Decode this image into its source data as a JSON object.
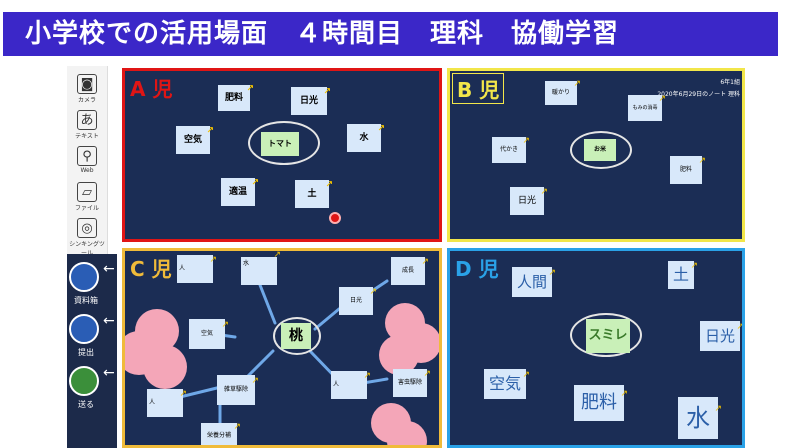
{
  "banner": {
    "title": "小学校での活用場面　４時間目　理科　協働学習"
  },
  "colors": {
    "banner_bg": "#3b27c8",
    "panel_bg": "#1b2d55",
    "a_border": "#e01515",
    "b_border": "#f2e64a",
    "c_border": "#f0bb3a",
    "d_border": "#2aa2e8",
    "card_bg": "#d8e8fa",
    "center_card": "#c9f0b8"
  },
  "toolbar": [
    {
      "icon": "camera-icon",
      "glyph": "◙",
      "label": "カメラ"
    },
    {
      "icon": "text-icon",
      "glyph": "あ",
      "label": "テキスト"
    },
    {
      "icon": "web-icon",
      "glyph": "⚲",
      "label": "Web"
    },
    {
      "icon": "file-icon",
      "glyph": "▱",
      "label": "ファイル"
    },
    {
      "icon": "thinking-tool-icon",
      "glyph": "◎",
      "label": "シンキングツール"
    }
  ],
  "side": [
    {
      "icon": "materials-box-icon",
      "label": "資料箱"
    },
    {
      "icon": "submit-icon",
      "label": "提出"
    },
    {
      "icon": "send-icon",
      "label": "送る"
    }
  ],
  "panels": {
    "a": {
      "label": "A 児",
      "center": "トマト",
      "cards": [
        "肥料",
        "日光",
        "空気",
        "水",
        "適温",
        "土"
      ]
    },
    "b": {
      "label": "B 児",
      "center": "お米",
      "header_line1": "6年1組",
      "header_line2": "2020年6月29日のノート 理科",
      "cards": [
        "暖かり",
        "もみの消毒",
        "代かき",
        "肥料",
        "日光"
      ]
    },
    "c": {
      "label": "C 児",
      "center": "桃",
      "cards": [
        "人",
        "水",
        "成長",
        "空気",
        "日光",
        "人",
        "害虫駆除",
        "雑草駆除",
        "人",
        "栄養分補"
      ]
    },
    "d": {
      "label": "D 児",
      "center": "スミレ",
      "cards": [
        "人間",
        "土",
        "日光",
        "空気",
        "肥料",
        "水"
      ]
    }
  }
}
